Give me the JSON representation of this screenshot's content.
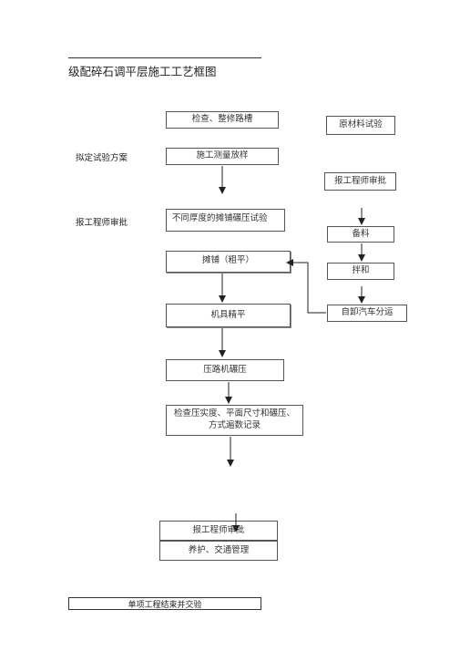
{
  "document": {
    "title": "级配碎石调平层施工工艺框图",
    "footer": "单项工程结束并交验"
  },
  "side_labels": {
    "test_plan": "拟定试验方案",
    "report_engineer": "报工程师审批"
  },
  "main_flow": {
    "inspect_road": "检查、整修路槽",
    "survey": "施工测量放样",
    "trial": "不同厚度的摊铺碾压试验",
    "spread": "摊铺（粗平）",
    "machine_level": "机具精平",
    "compaction": "压路机碾压",
    "check_line1": "检查压实度、平面尺寸和碾压、",
    "check_line2": "方式遍数记录",
    "report": "报工程师审批",
    "curing": "养护、交通管理"
  },
  "material_flow": {
    "material_test": "原材料试验",
    "report": "报工程师审批",
    "prepare": "备料",
    "mix": "拌和",
    "transport": "自卸汽车分运"
  }
}
